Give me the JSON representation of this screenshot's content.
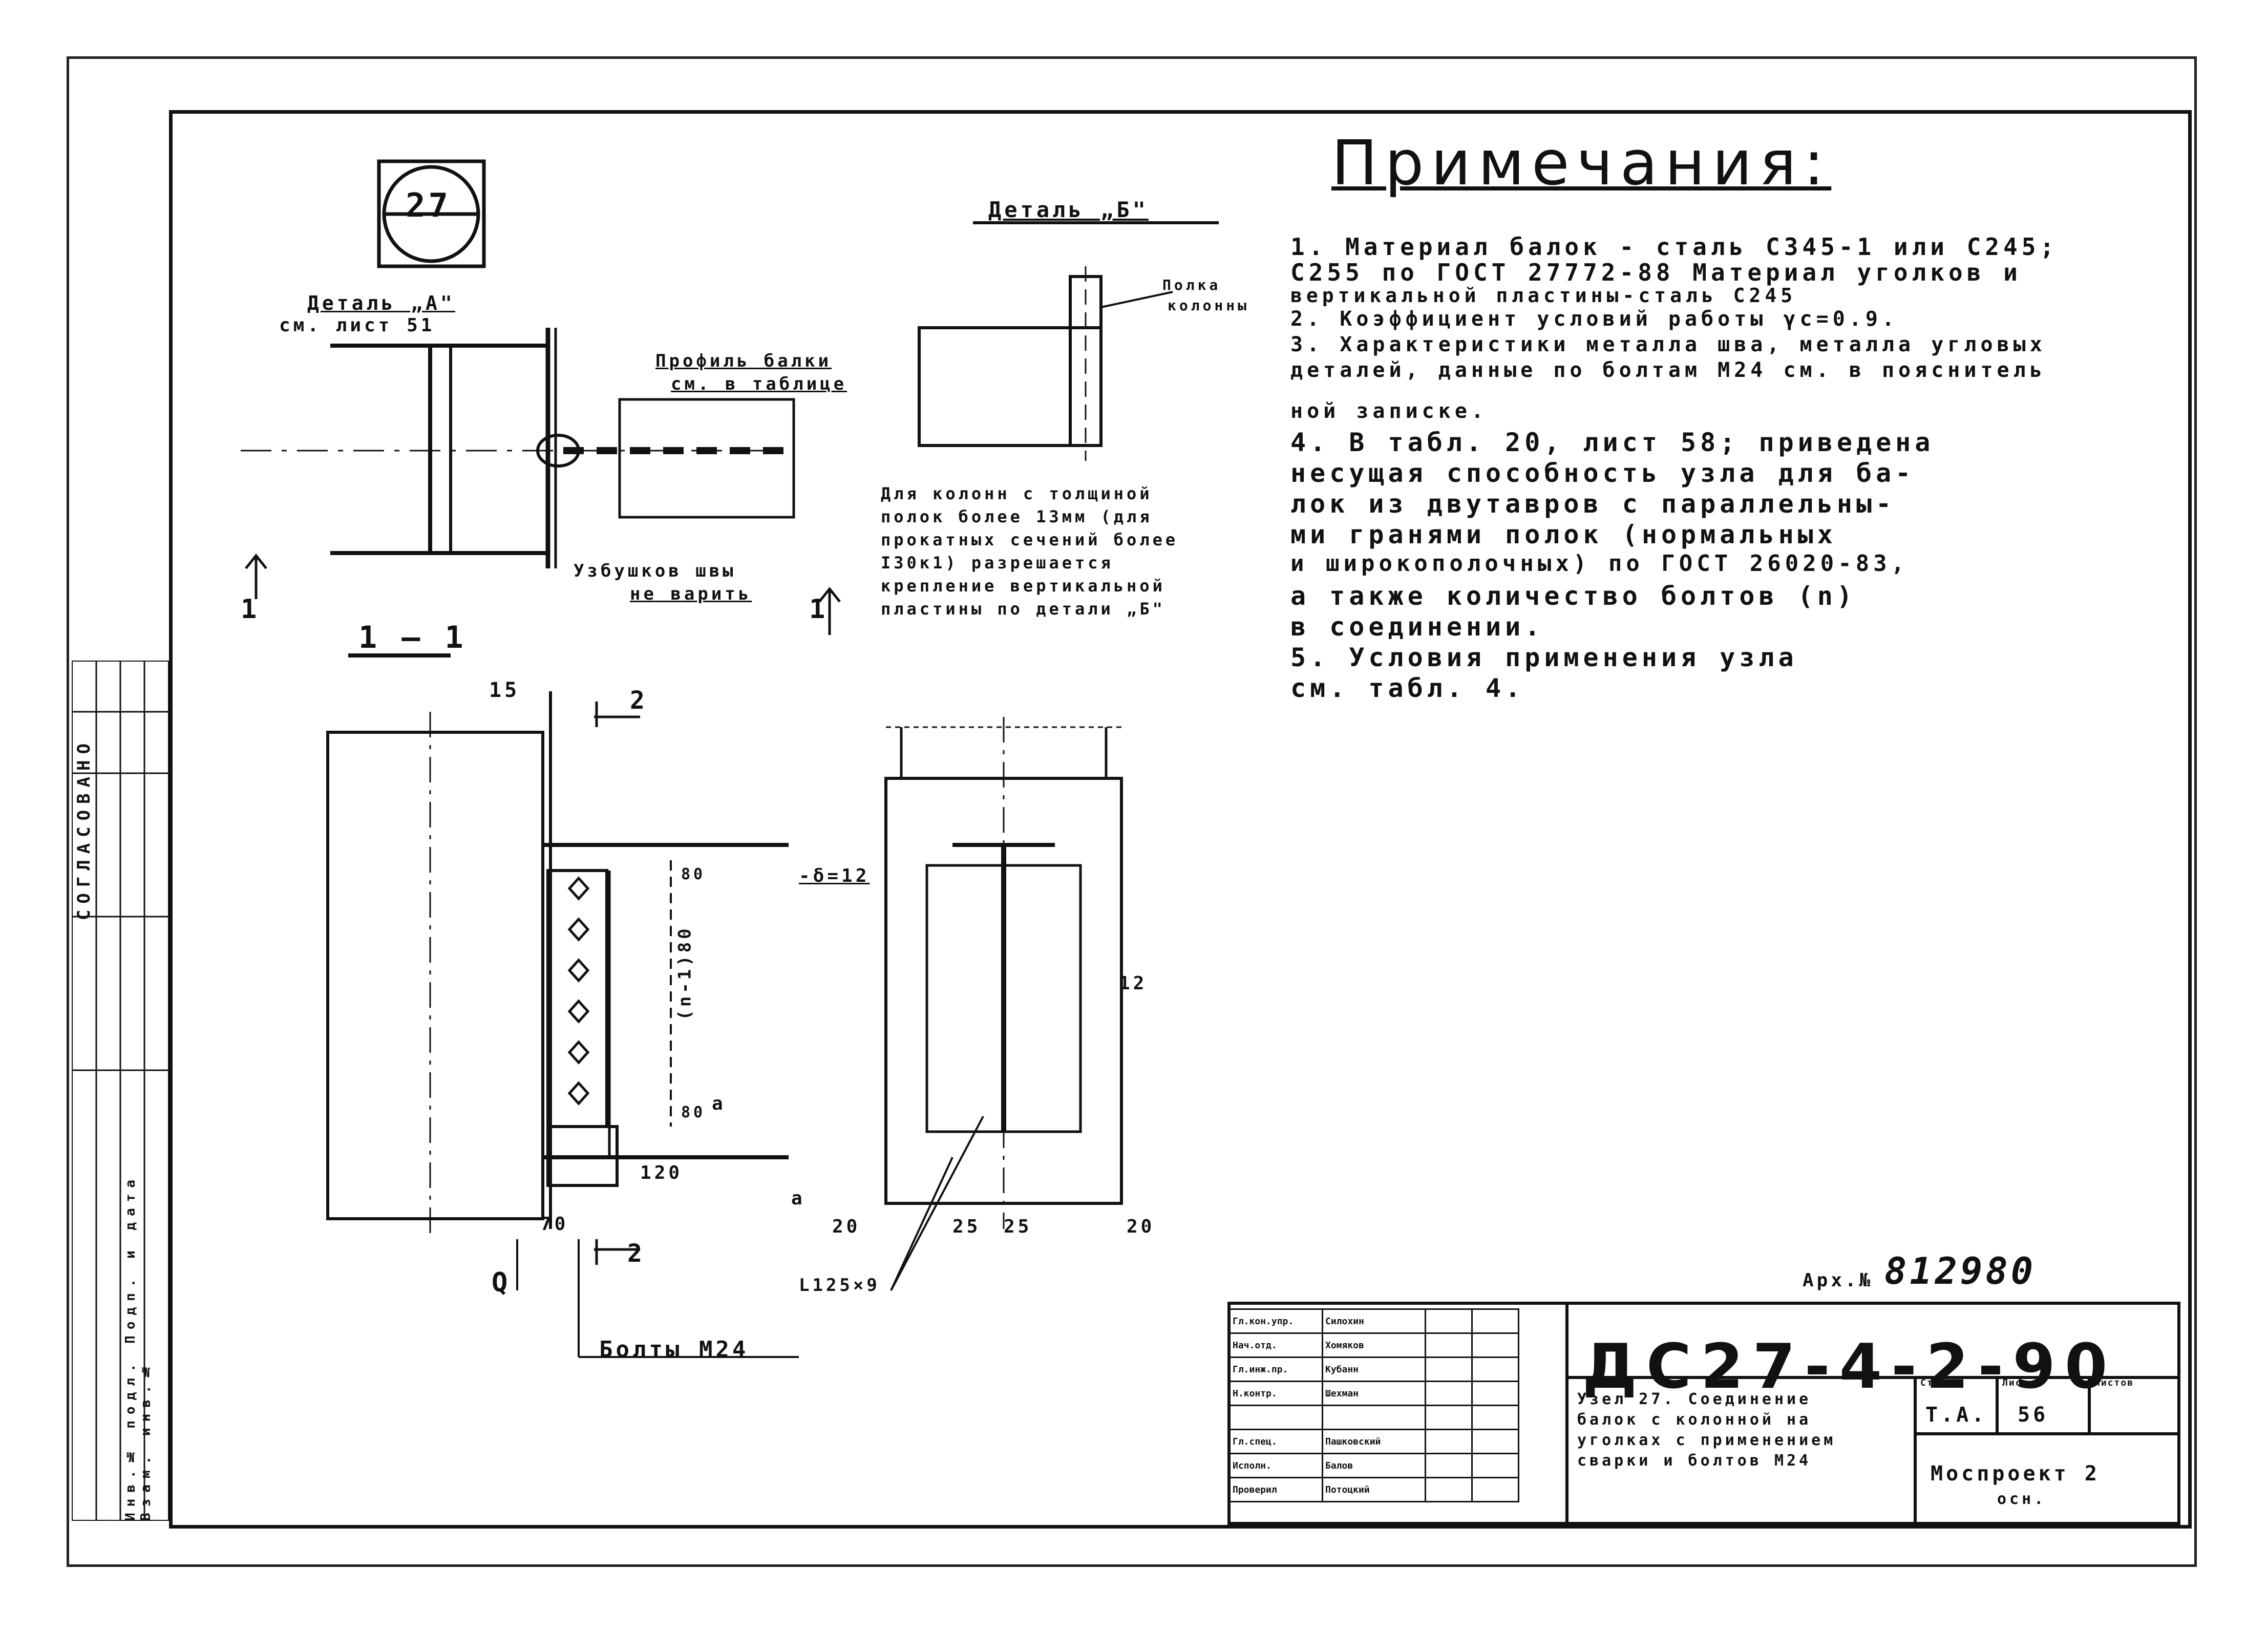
{
  "node_badge": "27",
  "detail_a_label": "Деталь „А\"",
  "detail_a_ref": "см. лист 51",
  "beam_profile_label": "Профиль балки",
  "beam_profile_ref": "см. в таблице",
  "weld_note_line1": "Узбушков швы",
  "weld_note_line2": "не варить",
  "detail_b_title": "Деталь „Б\"",
  "column_flange_label_1": "Полка",
  "column_flange_label_2": "колонны",
  "detail_b_note": [
    "Для колонн с толщиной",
    "полок более 13мм (для",
    "прокатных сечений более",
    "I30к1) разрешается",
    "крепление вертикальной",
    "пластины по детали „Б\""
  ],
  "section_mark": "1",
  "section_title": "1 — 1",
  "section2_mark": "2",
  "dims": {
    "d15": "15",
    "d70": "70",
    "d120": "120",
    "d25a": "25",
    "d25b": "25",
    "d20a": "20",
    "d20b": "20",
    "d12": "12",
    "plate": "-δ=12",
    "pitch": "(n-1)80",
    "d80a": "80",
    "d80b": "80",
    "a": "a",
    "a2": "a",
    "angle": "L125×9"
  },
  "force_label": "Q",
  "bolts_label": "Болты М24",
  "notes_title": "Примечания:",
  "notes": [
    "1.   Материал балок - сталь С345-1 или С245;",
    "      С255 по ГОСТ 27772-88 Материал уголков и",
    "      вертикальной пластины-сталь С245",
    "2.   Коэффициент условий работы γc=0.9.",
    "3.   Характеристики металла шва, металла угловых",
    "      деталей, данные по болтам М24 см. в пояснитель",
    "      ной записке.",
    "4.   В табл. 20, лист 58; приведена",
    "      несущая способность узла для ба-",
    "      лок из двутавров с параллельны-",
    "      ми гранями полок (нормальных",
    "      и широкополочных) по ГОСТ 26020-83,",
    "      а также количество болтов (n)",
    "      в соединении.",
    "5.   Условия применения узла",
    "      см. табл. 4."
  ],
  "archive_no_label": "Арх.№",
  "archive_no": "812980",
  "stamp": {
    "code": "ДС27-4-2-90",
    "rows": [
      [
        "Гл.кон.упр.",
        "Силохин"
      ],
      [
        "Нач.отд.",
        "Хомяков"
      ],
      [
        "Гл.инж.пр.",
        "Кубанн"
      ],
      [
        "Н.контр.",
        "Шехман"
      ],
      [
        "",
        ""
      ],
      [
        "Гл.спец.",
        "Пашковский"
      ],
      [
        "Исполн.",
        "Балов"
      ],
      [
        "Проверил",
        "Потоцкий"
      ]
    ],
    "title": [
      "Узел 27. Соединение",
      "балок с колонной на",
      "уголках с применением",
      "сварки и болтов М24"
    ],
    "stage_label": "Стадия",
    "sheet_label": "Лист",
    "sheets_label": "Листов",
    "stage": "Т.А.",
    "sheet": "56",
    "org": [
      "Моспроект 2",
      "осн."
    ]
  },
  "side_stamp_text": "СОГЛАСОВАНО",
  "side_stamp_cols": "Инв.№ подл.   Подп. и дата   Взам. инв.№"
}
